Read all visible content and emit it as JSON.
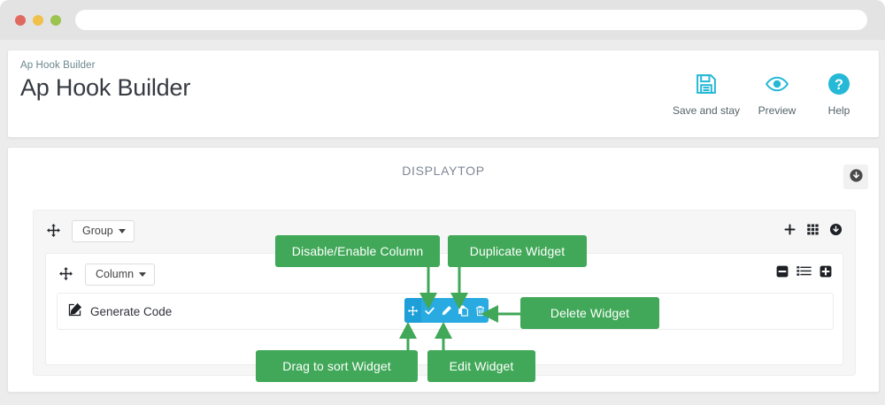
{
  "browser": {
    "url_value": "",
    "url_placeholder": "",
    "traffic_lights": [
      "close-red",
      "minimize-yellow",
      "maximize-green"
    ],
    "colors": {
      "red": "#e0695f",
      "yellow": "#efc14a",
      "green": "#9bc34e",
      "chrome": "#e3e3e3"
    }
  },
  "header": {
    "breadcrumb": "Ap Hook Builder",
    "title": "Ap Hook Builder",
    "accent_color": "#25b9d7",
    "actions": [
      {
        "label": "Save and stay",
        "icon": "save-floppy-icon"
      },
      {
        "label": "Preview",
        "icon": "eye-icon"
      },
      {
        "label": "Help",
        "icon": "question-circle-icon"
      }
    ]
  },
  "main": {
    "hook_title": "DISPLAYTOP",
    "collapse_icon": "circle-arrow-down-icon",
    "group": {
      "move_icon": "move-arrows-icon",
      "dropdown_label": "Group",
      "tools": [
        {
          "icon": "plus-icon",
          "name": "add-group"
        },
        {
          "icon": "grid-icon",
          "name": "group-layout"
        },
        {
          "icon": "circle-arrow-down-icon",
          "name": "collapse-group"
        }
      ],
      "column": {
        "move_icon": "move-arrows-icon",
        "dropdown_label": "Column",
        "tools": [
          {
            "icon": "minus-square-icon",
            "name": "remove-column"
          },
          {
            "icon": "list-columns-icon",
            "name": "column-layout"
          },
          {
            "icon": "plus-square-icon",
            "name": "add-column"
          }
        ],
        "widget": {
          "icon": "edit-square-icon",
          "label": "Generate Code",
          "toolbar_color": "#29abe2",
          "toolbar_move_color": "#1e9fd8",
          "toolbar": [
            {
              "icon": "move-arrows-icon",
              "name": "widget-drag-handle"
            },
            {
              "icon": "check-icon",
              "name": "widget-toggle-enable"
            },
            {
              "icon": "pencil-icon",
              "name": "widget-edit"
            },
            {
              "icon": "copy-icon",
              "name": "widget-duplicate"
            },
            {
              "icon": "trash-icon",
              "name": "widget-delete"
            }
          ]
        }
      }
    }
  },
  "callouts": {
    "color": "#40a858",
    "items": [
      {
        "label": "Disable/Enable Column",
        "direction": "down"
      },
      {
        "label": "Duplicate Widget",
        "direction": "down"
      },
      {
        "label": "Delete Widget",
        "direction": "left"
      },
      {
        "label": "Drag to sort Widget",
        "direction": "up"
      },
      {
        "label": "Edit Widget",
        "direction": "up"
      }
    ]
  }
}
